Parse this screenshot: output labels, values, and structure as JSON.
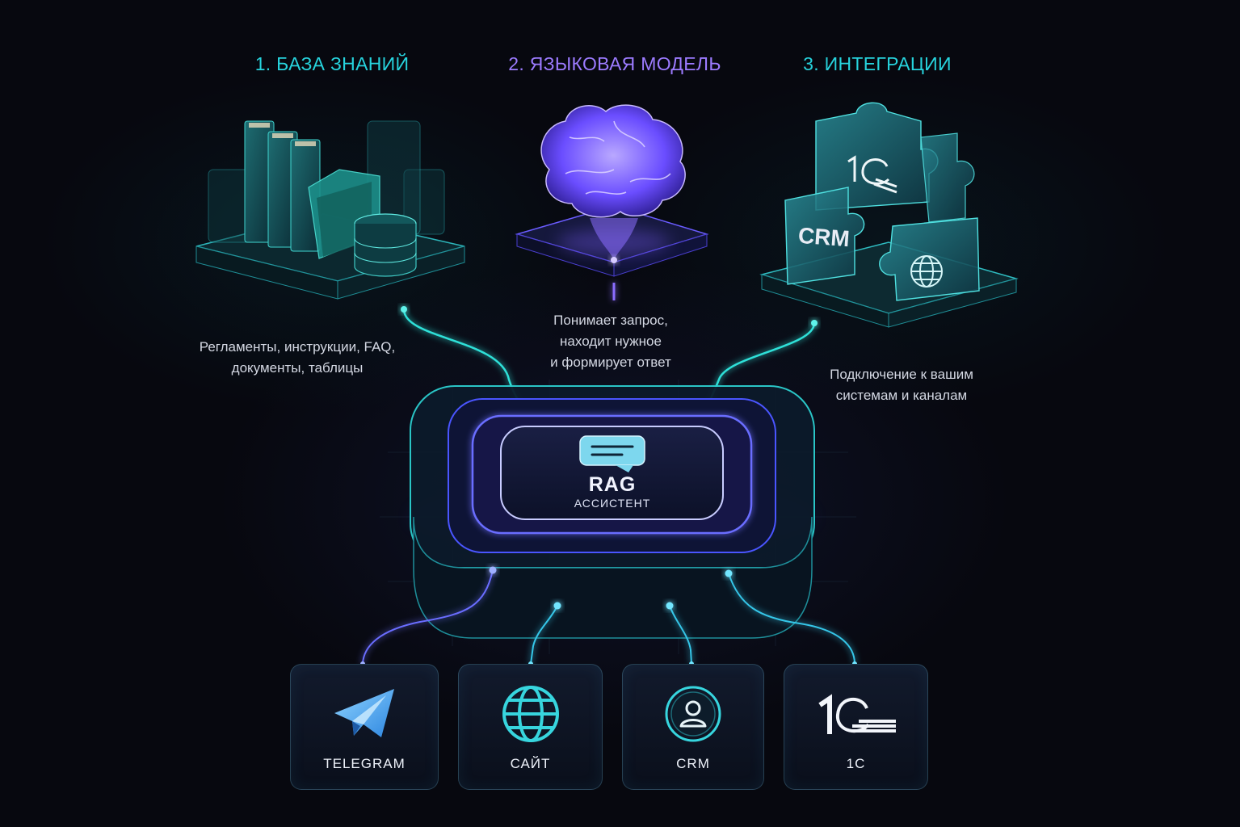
{
  "sections": [
    {
      "title": "1. БАЗА ЗНАНИЙ",
      "description_line1": "Регламенты, инструкции, FAQ,",
      "description_line2": "документы, таблицы",
      "color": "#27d3dd",
      "icon": "database-icon"
    },
    {
      "title": "2. ЯЗЫКОВАЯ МОДЕЛЬ",
      "description_line1": "Понимает запрос,",
      "description_line2": "находит нужное",
      "description_line3": "и формирует ответ",
      "color": "#9c7bff",
      "icon": "brain-icon"
    },
    {
      "title": "3. ИНТЕГРАЦИИ",
      "description_line1": "Подключение к вашим",
      "description_line2": "системам и каналам",
      "color": "#27d3dd",
      "icon": "puzzle-icon"
    }
  ],
  "integration_pieces": {
    "crm": "CRM",
    "onec": "1С"
  },
  "hub": {
    "title": "RAG",
    "subtitle": "АССИСТЕНТ",
    "icon": "chat-bubble-icon"
  },
  "channels": [
    {
      "label": "TELEGRAM",
      "icon": "telegram-icon"
    },
    {
      "label": "САЙТ",
      "icon": "globe-icon"
    },
    {
      "label": "CRM",
      "icon": "user-circle-icon"
    },
    {
      "label": "1С",
      "icon": "onec-logo-icon"
    }
  ],
  "colors": {
    "teal": "#27d3dd",
    "violet": "#9c7bff",
    "background": "#07080f"
  }
}
